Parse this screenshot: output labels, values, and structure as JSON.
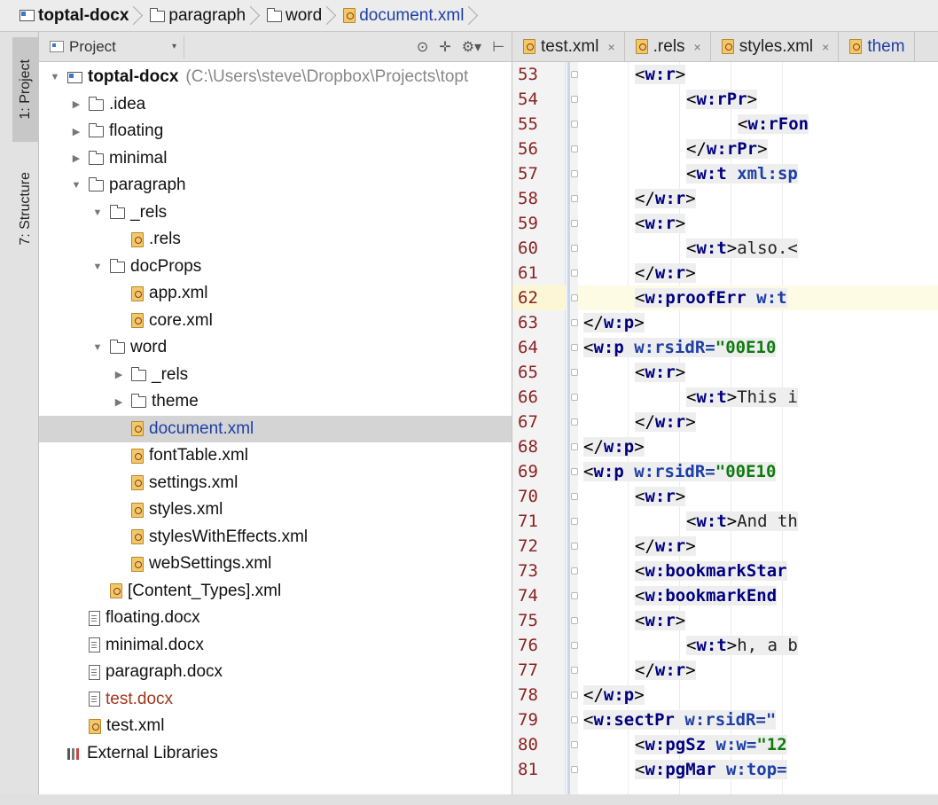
{
  "breadcrumbs": [
    {
      "label": "toptal-docx",
      "icon": "module-icon"
    },
    {
      "label": "paragraph",
      "icon": "folder-icon"
    },
    {
      "label": "word",
      "icon": "folder-icon"
    },
    {
      "label": "document.xml",
      "icon": "xml-file-icon"
    }
  ],
  "toolwindows": {
    "project_label": "1: Project",
    "structure_label": "7: Structure"
  },
  "project_panel": {
    "view_selector": "Project",
    "tools": [
      "settings-icon",
      "target-icon",
      "gear-icon",
      "hide-icon"
    ]
  },
  "tree": [
    {
      "label": "toptal-docx",
      "path": "(C:\\Users\\steve\\Dropbox\\Projects\\topt",
      "depth": 0,
      "toggle": "open",
      "icon": "module",
      "style": "bold"
    },
    {
      "label": ".idea",
      "depth": 1,
      "toggle": "closed",
      "icon": "folder"
    },
    {
      "label": "floating",
      "depth": 1,
      "toggle": "closed",
      "icon": "folder"
    },
    {
      "label": "minimal",
      "depth": 1,
      "toggle": "closed",
      "icon": "folder"
    },
    {
      "label": "paragraph",
      "depth": 1,
      "toggle": "open",
      "icon": "folder"
    },
    {
      "label": "_rels",
      "depth": 2,
      "toggle": "open",
      "icon": "folder"
    },
    {
      "label": ".rels",
      "depth": 3,
      "toggle": "none",
      "icon": "xml"
    },
    {
      "label": "docProps",
      "depth": 2,
      "toggle": "open",
      "icon": "folder"
    },
    {
      "label": "app.xml",
      "depth": 3,
      "toggle": "none",
      "icon": "xml"
    },
    {
      "label": "core.xml",
      "depth": 3,
      "toggle": "none",
      "icon": "xml"
    },
    {
      "label": "word",
      "depth": 2,
      "toggle": "open",
      "icon": "folder"
    },
    {
      "label": "_rels",
      "depth": 3,
      "toggle": "closed",
      "icon": "folder"
    },
    {
      "label": "theme",
      "depth": 3,
      "toggle": "closed",
      "icon": "folder"
    },
    {
      "label": "document.xml",
      "depth": 3,
      "toggle": "none",
      "icon": "xml",
      "style": "blue",
      "selected": true
    },
    {
      "label": "fontTable.xml",
      "depth": 3,
      "toggle": "none",
      "icon": "xml"
    },
    {
      "label": "settings.xml",
      "depth": 3,
      "toggle": "none",
      "icon": "xml"
    },
    {
      "label": "styles.xml",
      "depth": 3,
      "toggle": "none",
      "icon": "xml"
    },
    {
      "label": "stylesWithEffects.xml",
      "depth": 3,
      "toggle": "none",
      "icon": "xml"
    },
    {
      "label": "webSettings.xml",
      "depth": 3,
      "toggle": "none",
      "icon": "xml"
    },
    {
      "label": "[Content_Types].xml",
      "depth": 2,
      "toggle": "none",
      "icon": "xml"
    },
    {
      "label": "floating.docx",
      "depth": 1,
      "toggle": "none",
      "icon": "doc"
    },
    {
      "label": "minimal.docx",
      "depth": 1,
      "toggle": "none",
      "icon": "doc"
    },
    {
      "label": "paragraph.docx",
      "depth": 1,
      "toggle": "none",
      "icon": "doc"
    },
    {
      "label": "test.docx",
      "depth": 1,
      "toggle": "none",
      "icon": "doc",
      "style": "red"
    },
    {
      "label": "test.xml",
      "depth": 1,
      "toggle": "none",
      "icon": "xml"
    },
    {
      "label": "External Libraries",
      "depth": 0,
      "toggle": "none",
      "icon": "lib"
    }
  ],
  "editor_tabs": [
    {
      "label": "test.xml",
      "close": "×"
    },
    {
      "label": ".rels",
      "close": "×"
    },
    {
      "label": "styles.xml",
      "close": "×"
    },
    {
      "label": "them",
      "close": ""
    }
  ],
  "current_line": 62,
  "code_lines": [
    {
      "n": "53",
      "indent": 3,
      "tokens": [
        {
          "t": "<",
          "k": "br"
        },
        {
          "t": "w:r",
          "k": "name"
        },
        {
          "t": ">",
          "k": "br"
        }
      ]
    },
    {
      "n": "54",
      "indent": 4,
      "tokens": [
        {
          "t": "<",
          "k": "br"
        },
        {
          "t": "w:rPr",
          "k": "name"
        },
        {
          "t": ">",
          "k": "br"
        }
      ]
    },
    {
      "n": "55",
      "indent": 5,
      "tokens": [
        {
          "t": "<",
          "k": "br"
        },
        {
          "t": "w:rFon",
          "k": "name"
        }
      ]
    },
    {
      "n": "56",
      "indent": 4,
      "tokens": [
        {
          "t": "</",
          "k": "br"
        },
        {
          "t": "w:rPr",
          "k": "name"
        },
        {
          "t": ">",
          "k": "br"
        }
      ]
    },
    {
      "n": "57",
      "indent": 4,
      "tokens": [
        {
          "t": "<",
          "k": "br"
        },
        {
          "t": "w:t",
          "k": "name"
        },
        {
          "t": " ",
          "k": "sp"
        },
        {
          "t": "xml:sp",
          "k": "attr"
        }
      ]
    },
    {
      "n": "58",
      "indent": 3,
      "tokens": [
        {
          "t": "</",
          "k": "br"
        },
        {
          "t": "w:r",
          "k": "name"
        },
        {
          "t": ">",
          "k": "br"
        }
      ]
    },
    {
      "n": "59",
      "indent": 3,
      "tokens": [
        {
          "t": "<",
          "k": "br"
        },
        {
          "t": "w:r",
          "k": "name"
        },
        {
          "t": ">",
          "k": "br"
        }
      ]
    },
    {
      "n": "60",
      "indent": 4,
      "tokens": [
        {
          "t": "<",
          "k": "br"
        },
        {
          "t": "w:t",
          "k": "name"
        },
        {
          "t": ">",
          "k": "br"
        },
        {
          "t": "also.<",
          "k": "cont"
        }
      ]
    },
    {
      "n": "61",
      "indent": 3,
      "tokens": [
        {
          "t": "</",
          "k": "br"
        },
        {
          "t": "w:r",
          "k": "name"
        },
        {
          "t": ">",
          "k": "br"
        }
      ]
    },
    {
      "n": "62",
      "indent": 3,
      "tokens": [
        {
          "t": "<",
          "k": "br"
        },
        {
          "t": "w:proofErr",
          "k": "name"
        },
        {
          "t": " ",
          "k": "sp"
        },
        {
          "t": "w:t",
          "k": "attr"
        }
      ]
    },
    {
      "n": "63",
      "indent": 2,
      "tokens": [
        {
          "t": "</",
          "k": "br"
        },
        {
          "t": "w:p",
          "k": "name"
        },
        {
          "t": ">",
          "k": "br"
        }
      ]
    },
    {
      "n": "64",
      "indent": 2,
      "tokens": [
        {
          "t": "<",
          "k": "br"
        },
        {
          "t": "w:p",
          "k": "name"
        },
        {
          "t": " ",
          "k": "sp"
        },
        {
          "t": "w:rsidR=",
          "k": "attr"
        },
        {
          "t": "\"00E10",
          "k": "val"
        }
      ]
    },
    {
      "n": "65",
      "indent": 3,
      "tokens": [
        {
          "t": "<",
          "k": "br"
        },
        {
          "t": "w:r",
          "k": "name"
        },
        {
          "t": ">",
          "k": "br"
        }
      ]
    },
    {
      "n": "66",
      "indent": 4,
      "tokens": [
        {
          "t": "<",
          "k": "br"
        },
        {
          "t": "w:t",
          "k": "name"
        },
        {
          "t": ">",
          "k": "br"
        },
        {
          "t": "This i",
          "k": "cont"
        }
      ]
    },
    {
      "n": "67",
      "indent": 3,
      "tokens": [
        {
          "t": "</",
          "k": "br"
        },
        {
          "t": "w:r",
          "k": "name"
        },
        {
          "t": ">",
          "k": "br"
        }
      ]
    },
    {
      "n": "68",
      "indent": 2,
      "tokens": [
        {
          "t": "</",
          "k": "br"
        },
        {
          "t": "w:p",
          "k": "name"
        },
        {
          "t": ">",
          "k": "br"
        }
      ]
    },
    {
      "n": "69",
      "indent": 2,
      "tokens": [
        {
          "t": "<",
          "k": "br"
        },
        {
          "t": "w:p",
          "k": "name"
        },
        {
          "t": " ",
          "k": "sp"
        },
        {
          "t": "w:rsidR=",
          "k": "attr"
        },
        {
          "t": "\"00E10",
          "k": "val"
        }
      ]
    },
    {
      "n": "70",
      "indent": 3,
      "tokens": [
        {
          "t": "<",
          "k": "br"
        },
        {
          "t": "w:r",
          "k": "name"
        },
        {
          "t": ">",
          "k": "br"
        }
      ]
    },
    {
      "n": "71",
      "indent": 4,
      "tokens": [
        {
          "t": "<",
          "k": "br"
        },
        {
          "t": "w:t",
          "k": "name"
        },
        {
          "t": ">",
          "k": "br"
        },
        {
          "t": "And th",
          "k": "cont"
        }
      ]
    },
    {
      "n": "72",
      "indent": 3,
      "tokens": [
        {
          "t": "</",
          "k": "br"
        },
        {
          "t": "w:r",
          "k": "name"
        },
        {
          "t": ">",
          "k": "br"
        }
      ]
    },
    {
      "n": "73",
      "indent": 3,
      "tokens": [
        {
          "t": "<",
          "k": "br"
        },
        {
          "t": "w:bookmarkStar",
          "k": "name"
        }
      ]
    },
    {
      "n": "74",
      "indent": 3,
      "tokens": [
        {
          "t": "<",
          "k": "br"
        },
        {
          "t": "w:bookmarkEnd",
          "k": "name"
        }
      ]
    },
    {
      "n": "75",
      "indent": 3,
      "tokens": [
        {
          "t": "<",
          "k": "br"
        },
        {
          "t": "w:r",
          "k": "name"
        },
        {
          "t": ">",
          "k": "br"
        }
      ]
    },
    {
      "n": "76",
      "indent": 4,
      "tokens": [
        {
          "t": "<",
          "k": "br"
        },
        {
          "t": "w:t",
          "k": "name"
        },
        {
          "t": ">",
          "k": "br"
        },
        {
          "t": "h, a b",
          "k": "cont"
        }
      ]
    },
    {
      "n": "77",
      "indent": 3,
      "tokens": [
        {
          "t": "</",
          "k": "br"
        },
        {
          "t": "w:r",
          "k": "name"
        },
        {
          "t": ">",
          "k": "br"
        }
      ]
    },
    {
      "n": "78",
      "indent": 2,
      "tokens": [
        {
          "t": "</",
          "k": "br"
        },
        {
          "t": "w:p",
          "k": "name"
        },
        {
          "t": ">",
          "k": "br"
        }
      ]
    },
    {
      "n": "79",
      "indent": 2,
      "tokens": [
        {
          "t": "<",
          "k": "br"
        },
        {
          "t": "w:sectPr",
          "k": "name"
        },
        {
          "t": " ",
          "k": "sp"
        },
        {
          "t": "w:rsidR=\"",
          "k": "attr"
        }
      ]
    },
    {
      "n": "80",
      "indent": 3,
      "tokens": [
        {
          "t": "<",
          "k": "br"
        },
        {
          "t": "w:pgSz",
          "k": "name"
        },
        {
          "t": " ",
          "k": "sp"
        },
        {
          "t": "w:w=",
          "k": "attr"
        },
        {
          "t": "\"12",
          "k": "val"
        }
      ]
    },
    {
      "n": "81",
      "indent": 3,
      "tokens": [
        {
          "t": "<",
          "k": "br"
        },
        {
          "t": "w:pgMar",
          "k": "name"
        },
        {
          "t": " ",
          "k": "sp"
        },
        {
          "t": "w:top=",
          "k": "attr"
        }
      ]
    }
  ],
  "colors": {
    "line_number": "#8a2323",
    "tag_name": "#000080",
    "attribute": "#1d3fa6",
    "value": "#0f7a0f",
    "selection": "#d4d4d4",
    "current_line": "#fdfbe4"
  }
}
